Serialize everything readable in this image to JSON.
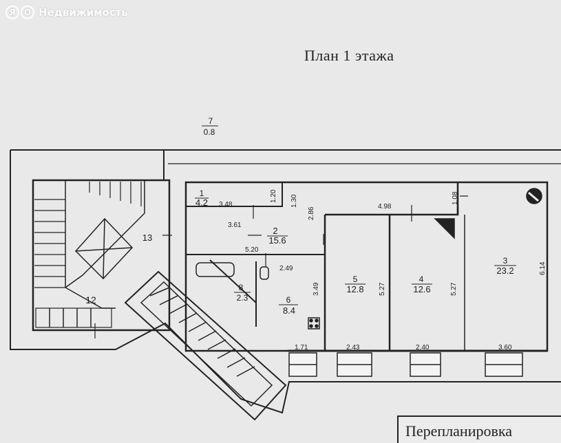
{
  "watermark": {
    "logo_letters": "ЯО",
    "text": "Недвижимость"
  },
  "title": "План 1 этажа",
  "bottom_label": "Перепланировка",
  "rooms": [
    {
      "number": "1",
      "area": "4.2"
    },
    {
      "number": "2",
      "area": "15.6"
    },
    {
      "number": "3",
      "area": "23.2"
    },
    {
      "number": "4",
      "area": "12.6"
    },
    {
      "number": "5",
      "area": "12.8"
    },
    {
      "number": "6",
      "area": "8.4"
    },
    {
      "number": "7",
      "area": "0.8"
    },
    {
      "number": "8",
      "area": "2.3"
    }
  ],
  "stair_labels": {
    "left_stair": "13",
    "corner": "12"
  },
  "dimensions": {
    "room1_width": "3.48",
    "room1_depth": "1.20",
    "corridor_130": "1.30",
    "room2_width": "3.61",
    "room2_depth": "2.86",
    "hall_520": "5.20",
    "hall_249": "2.49",
    "room6_depth": "3.49",
    "top_498": "4.98",
    "top_108": "1.08",
    "room5_depth": "5.27",
    "room4_depth": "5.27",
    "room3_depth": "6.14",
    "bottom_171": "1.71",
    "bottom_243": "2.43",
    "bottom_240": "2.40",
    "bottom_360": "3.60"
  }
}
